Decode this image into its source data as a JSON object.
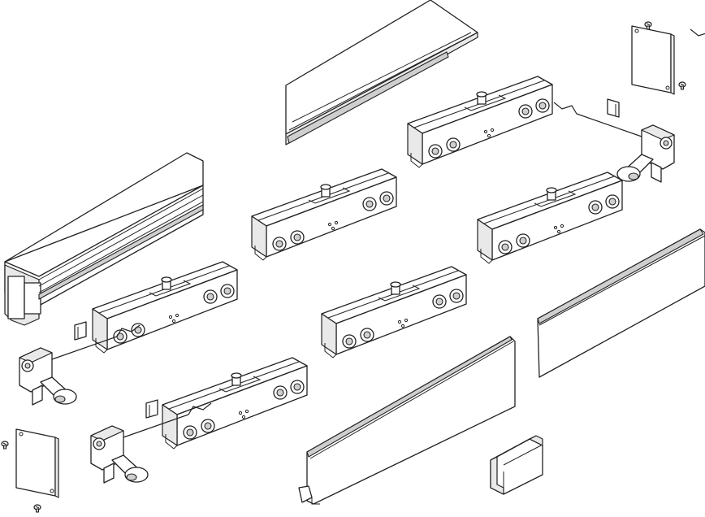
{
  "diagram": {
    "kind": "exploded-assembly",
    "colors": {
      "line": "#222222",
      "fill": "#ffffff",
      "shade": "#e9e9e9",
      "dark": "#cfcfcf"
    },
    "parts": [
      {
        "id": "track-upper",
        "icon": "aluminium-rail"
      },
      {
        "id": "track-left",
        "icon": "aluminium-rail"
      },
      {
        "id": "track-lower",
        "icon": "aluminium-rail"
      },
      {
        "id": "cover-strip",
        "icon": "cover-profile"
      },
      {
        "id": "end-cap-top",
        "icon": "end-plate"
      },
      {
        "id": "end-cap-bottom",
        "icon": "end-plate"
      },
      {
        "id": "clamp-1",
        "icon": "glass-clamp"
      },
      {
        "id": "clamp-2",
        "icon": "glass-clamp"
      },
      {
        "id": "clamp-3",
        "icon": "glass-clamp"
      },
      {
        "id": "clamp-4",
        "icon": "glass-clamp"
      },
      {
        "id": "clamp-5",
        "icon": "glass-clamp"
      },
      {
        "id": "clamp-6",
        "icon": "glass-clamp"
      },
      {
        "id": "stopper-1",
        "icon": "end-stopper"
      },
      {
        "id": "stopper-2",
        "icon": "end-stopper"
      },
      {
        "id": "stopper-3",
        "icon": "end-stopper"
      },
      {
        "id": "stopper-4",
        "icon": "end-stopper"
      },
      {
        "id": "floor-guide",
        "icon": "u-channel-guide"
      }
    ]
  }
}
